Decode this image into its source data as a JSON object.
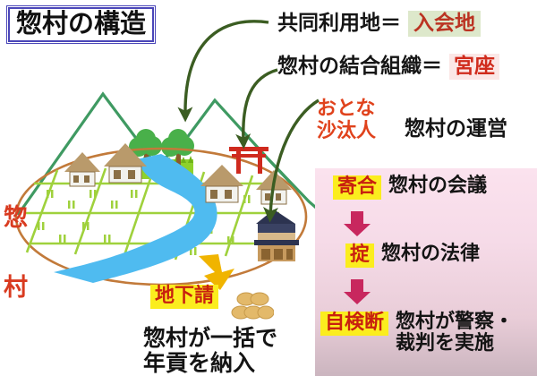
{
  "title": "惣村の構造",
  "right_column": {
    "kyodo": {
      "label": "共同利用地＝",
      "term": "入会地"
    },
    "ketsugo": {
      "label": "惣村の結合組織＝",
      "term": "宮座"
    },
    "otona": {
      "term_line1": "おとな",
      "term_line2": "沙汰人",
      "desc": "惣村の運営"
    }
  },
  "flow": {
    "rows": [
      {
        "tag": "寄合",
        "desc": "惣村の会議"
      },
      {
        "tag": "掟",
        "desc": "惣村の法律"
      },
      {
        "tag": "自検断",
        "desc_line1": "惣村が警察・",
        "desc_line2": "裁判を実施"
      }
    ]
  },
  "jigeuke": {
    "tag": "地下請",
    "desc_line1": "惣村が一括で",
    "desc_line2": "年貢を納入"
  },
  "scene": {
    "village_label_char1": "惣",
    "village_label_char2": "村"
  },
  "colors": {
    "title_border": "#4a46b8",
    "highlight_green": "#dde8cb",
    "highlight_pink": "#fbe7e6",
    "tag_yellow": "#fbed1e",
    "tag_red": "#c8200f",
    "red_text": "#d93b20",
    "magenta_arrow": "#c8275e",
    "gold_arrow": "#f0b400",
    "mountain_green": "#3f9a62",
    "paddy_green": "#9fd13c",
    "river_blue": "#4fbbf0",
    "ellipse_brown": "#c27a3a",
    "panel_pink": "#f6dbe8"
  }
}
